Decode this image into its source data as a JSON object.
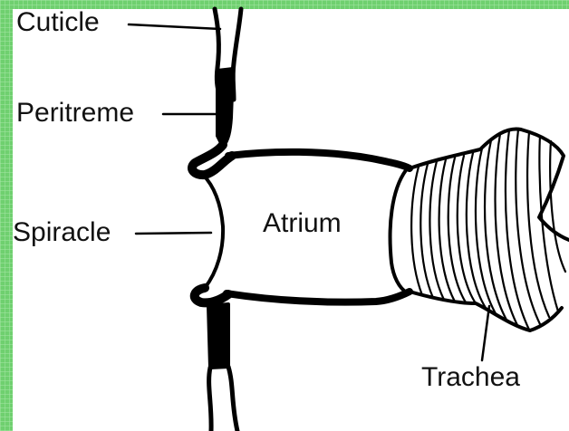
{
  "diagram": {
    "labels": {
      "cuticle": "Cuticle",
      "peritreme": "Peritreme",
      "spiracle": "Spiracle",
      "atrium": "Atrium",
      "trachea": "Trachea"
    },
    "colors": {
      "frame_green": "#4ec24e",
      "grid_line": "#8ad88a",
      "ink": "#000000",
      "paper": "#ffffff"
    }
  }
}
